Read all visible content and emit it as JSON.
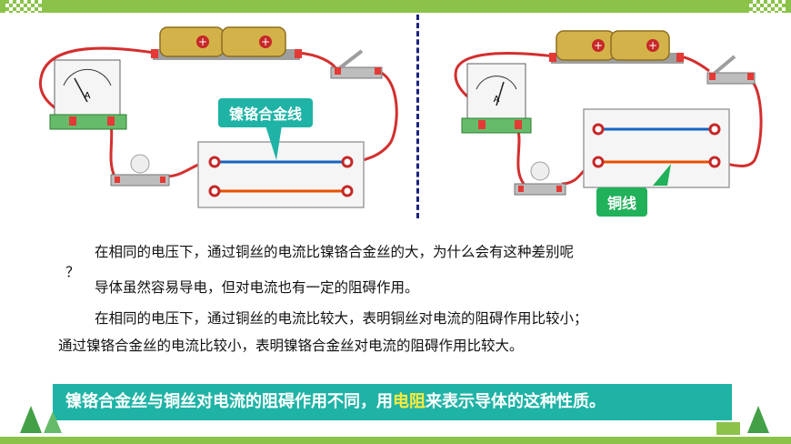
{
  "left_diagram": {
    "label": "镍铬合金线"
  },
  "right_diagram": {
    "label": "铜线"
  },
  "ammeter_unit": "A",
  "paragraphs": {
    "p1": "在相同的电压下，通过铜丝的电流比镍铬合金丝的大，为什么会有这种差别呢",
    "p1_cont": "？",
    "p2": "导体虽然容易导电，但对电流也有一定的阻碍作用。",
    "p3": "在相同的电压下，通过铜丝的电流比较大，表明铜丝对电流的阻碍作用比较小；",
    "p4": "通过镍铬合金丝的电流比较小，表明镍铬合金丝对电流的阻碍作用比较大。"
  },
  "summary": {
    "before": "镍铬合金丝与铜丝对电流的阻碍作用不同，用",
    "highlight": "电阻",
    "after": "来表示导体的这种性质。"
  },
  "colors": {
    "accent": "#1fb3a6",
    "green_label": "#20b15a",
    "highlight": "#ffeb3b",
    "frame": "#8bc34a",
    "wire": "#d32f2f"
  }
}
